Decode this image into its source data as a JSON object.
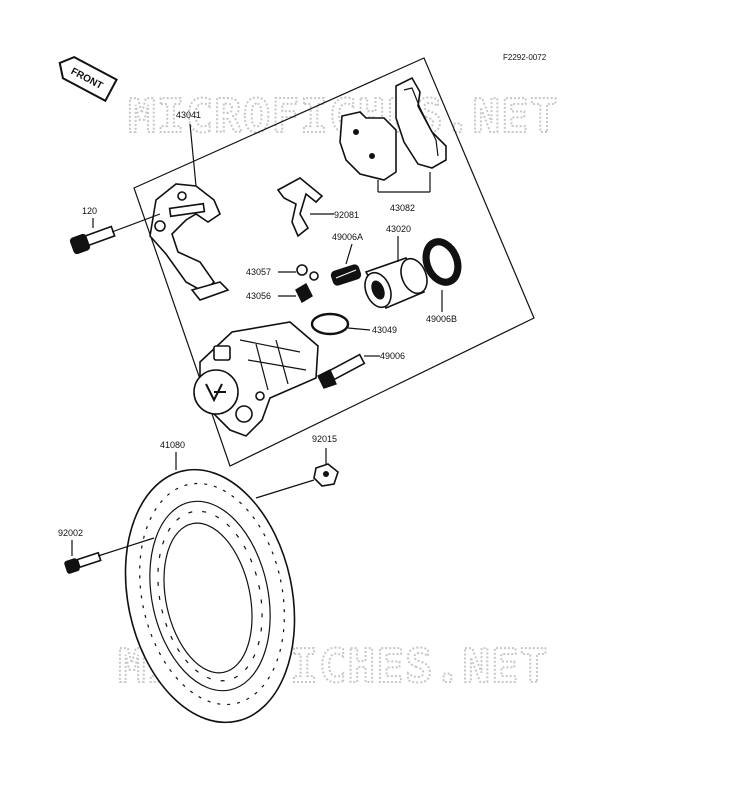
{
  "diagram": {
    "ref_code": "F2292-0072",
    "front_label": "FRONT",
    "watermark": "MICROFICHES.NET",
    "colors": {
      "ink": "#111111",
      "paper": "#ffffff",
      "watermark": "#c8c8c8"
    },
    "parts": {
      "p43041": "43041",
      "p43082": "43082",
      "p120": "120",
      "p92081": "92081",
      "p49006A": "49006A",
      "p43020": "43020",
      "p43057": "43057",
      "p43056": "43056",
      "p49006B": "49006B",
      "p43049": "43049",
      "p49006": "49006",
      "p92015": "92015",
      "p41080": "41080",
      "p92002": "92002"
    }
  }
}
